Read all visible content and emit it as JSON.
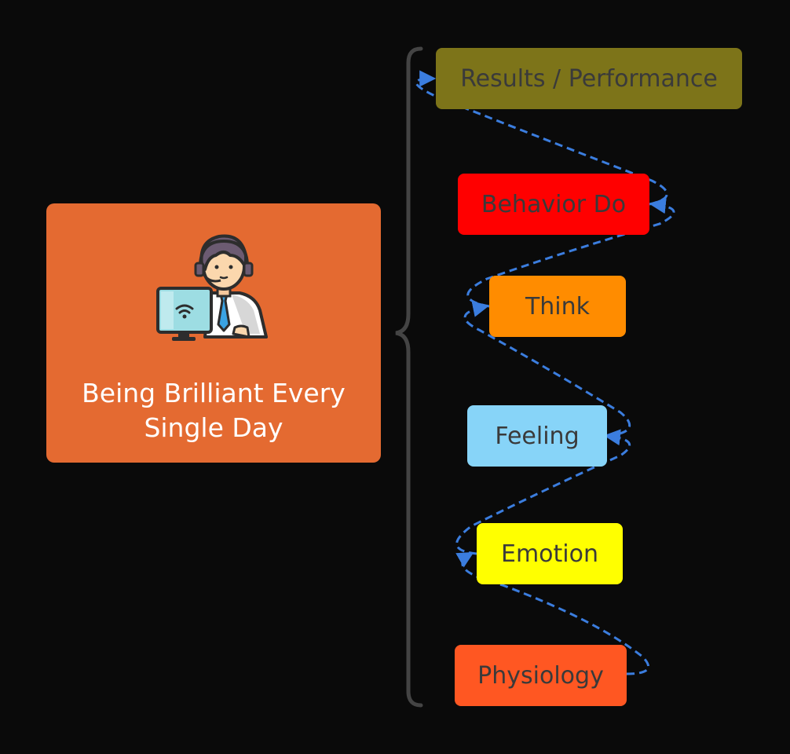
{
  "main": {
    "title": "Being Brilliant  Every\nSingle Day",
    "card_color": "#e46a31",
    "illustration": "person-at-computer-icon"
  },
  "steps": [
    {
      "label": "Results / Performance",
      "color": "#7d7419"
    },
    {
      "label": "Behavior Do",
      "color": "#ff0000"
    },
    {
      "label": "Think",
      "color": "#ff8c00"
    },
    {
      "label": "Feeling",
      "color": "#87d4f8"
    },
    {
      "label": "Emotion",
      "color": "#ffff00"
    },
    {
      "label": "Physiology",
      "color": "#ff5722"
    }
  ],
  "connector": {
    "style": "dashed",
    "color": "#3b7dde",
    "direction": "bottom-to-top"
  },
  "bracket_color": "#444444"
}
